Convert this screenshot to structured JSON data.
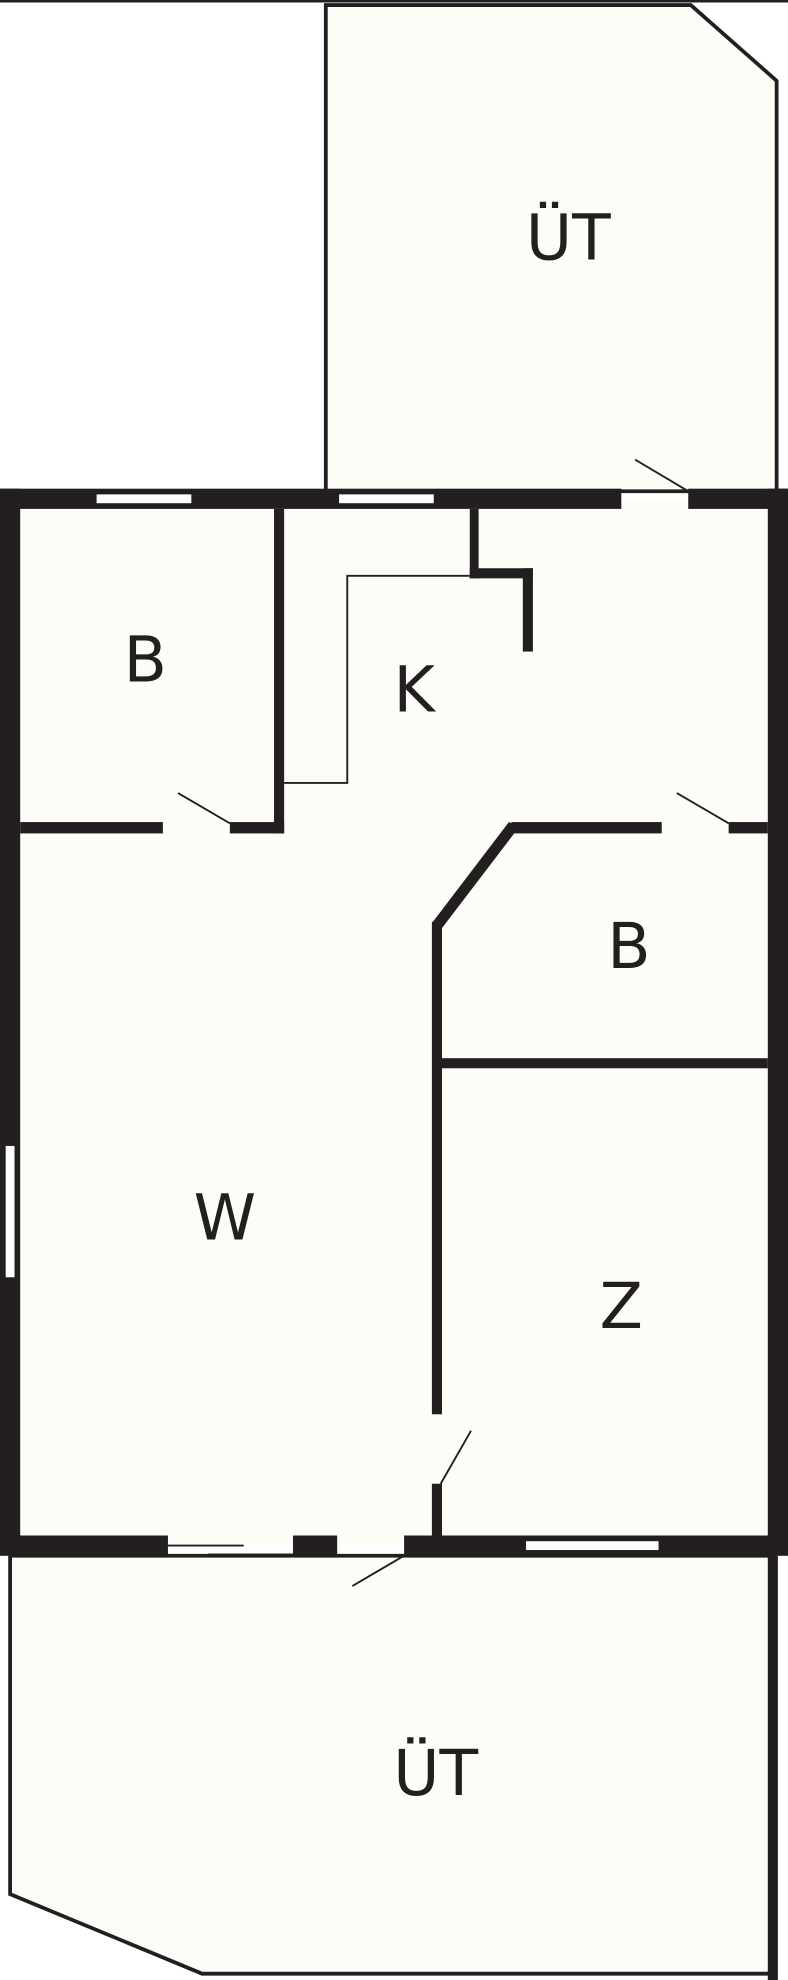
{
  "colors": {
    "wall": "#231f20",
    "floor": "#fdfdf8",
    "background": "#ffffff"
  },
  "rooms": {
    "terrace_top": "ÜT",
    "bedroom_left": "B",
    "kitchen": "K",
    "bathroom": "B",
    "living": "W",
    "room_z": "Z",
    "terrace_bottom": "ÜT"
  }
}
